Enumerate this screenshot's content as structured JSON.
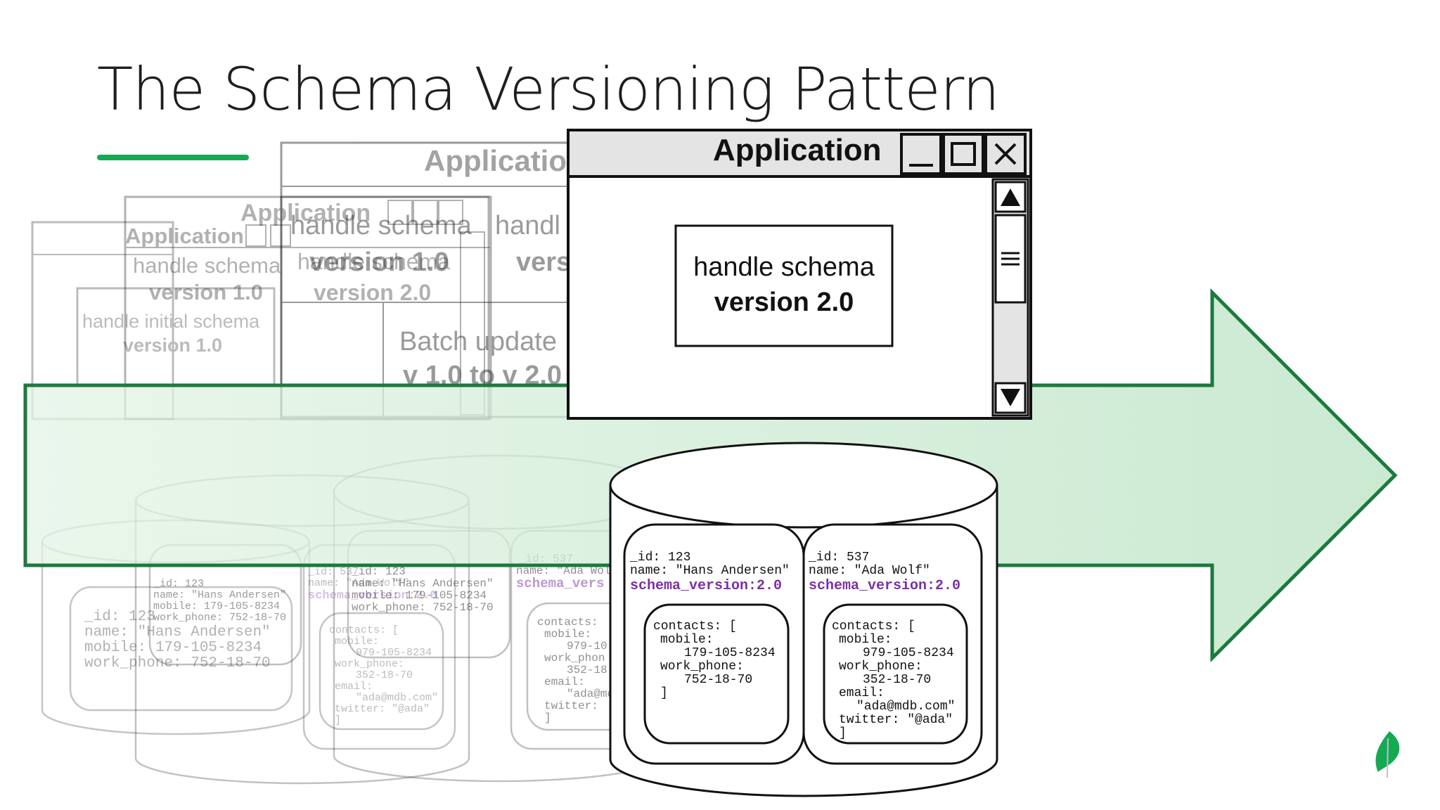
{
  "slide": {
    "title": "The Schema Versioning Pattern",
    "accent_color": "#13aa52",
    "arrow_color": "#1b7a3c",
    "logo_icon": "mongodb-leaf-icon"
  },
  "windows": {
    "w1": {
      "title": "Application",
      "line1": "handle initial schema",
      "line2": "version 1.0"
    },
    "w2": {
      "title": "Application",
      "line1": "handle schema",
      "line2": "version 1.0"
    },
    "w3": {
      "title": "Application",
      "line1": "handle schema",
      "line2": "version 1.0",
      "line3": "handle schema",
      "line4": "version 2.0"
    },
    "w4": {
      "title": "Applicatio",
      "line1": "handle schema",
      "line2": "version 1.0",
      "line3": "handl",
      "line4": "vers",
      "line5": "Batch update",
      "line6": "v 1.0 to v 2.0"
    },
    "main": {
      "title": "Application",
      "line1": "handle schema",
      "line2": "version 2.0",
      "buttons": [
        "minimize-icon",
        "maximize-icon",
        "close-icon"
      ]
    }
  },
  "documents": {
    "faded1": {
      "id": "_id: 123",
      "name": "name: \"Hans Andersen\"",
      "mobile": "mobile: 179-105-8234",
      "work": "work_phone: 752-18-70"
    },
    "faded2": {
      "id": "_id: 123",
      "name": "name: \"Hans Andersen\"",
      "mobile": "mobile: 179-105-8234",
      "work": "work_phone: 752-18-70"
    },
    "faded3": {
      "id": "_id: 537",
      "name": "name: \"Ada Wolf\"",
      "schema": "schema_version:2.0",
      "c1": "contacts: [",
      "c2": "mobile:",
      "c3": "979-105-8234",
      "c4": "work_phone:",
      "c5": "352-18-70",
      "c6": "email:",
      "c7": "\"ada@mdb.com\"",
      "c8": "twitter: \"@ada\"",
      "c9": "]"
    },
    "faded4": {
      "id": "_id: 123",
      "name": "name: \"Hans Andersen\"",
      "mobile": "mobile: 179-105-8234",
      "work": "work_phone: 752-18-70"
    },
    "faded5": {
      "id": "_id: 537",
      "name": "name: \"Ada Wol",
      "schema": "schema_vers",
      "c1": "contacts:",
      "c2": "mobile:",
      "c3": "979-10",
      "c4": "work_phon",
      "c5": "352-18",
      "c6": "email:",
      "c7": "\"ada@md",
      "c8": "twitter:",
      "c9": "]"
    },
    "main_left": {
      "id": "_id: 123",
      "name": "name: \"Hans Andersen\"",
      "schema": "schema_version:2.0",
      "c1": "contacts: [",
      "c2": "mobile:",
      "c3": "179-105-8234",
      "c4": "work_phone:",
      "c5": "752-18-70",
      "c6": "]"
    },
    "main_right": {
      "id": "_id: 537",
      "name": "name: \"Ada Wolf\"",
      "schema": "schema_version:2.0",
      "c1": "contacts: [",
      "c2": "mobile:",
      "c3": "979-105-8234",
      "c4": "work_phone:",
      "c5": "352-18-70",
      "c6": "email:",
      "c7": "\"ada@mdb.com\"",
      "c8": "twitter: \"@ada\"",
      "c9": "]"
    },
    "schema_color": "#7b2fa8"
  }
}
